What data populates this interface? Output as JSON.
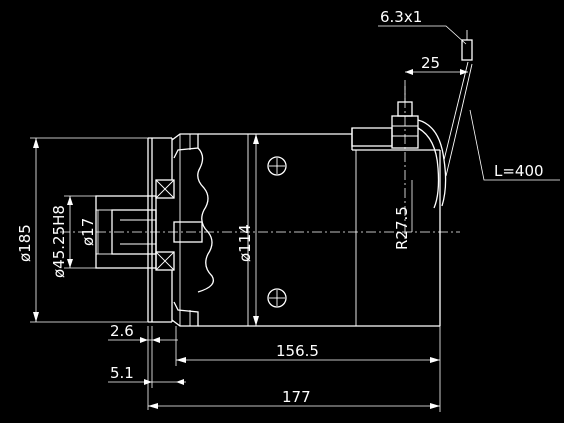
{
  "dimensions": {
    "wire_gauge": "6.3x1",
    "terminal_offset": "25",
    "lead_length": "L=400",
    "flange_diameter": "ø185",
    "pilot_diameter": "ø45.25H8",
    "shaft_diameter": "ø17",
    "body_diameter": "ø114",
    "radius": "R27.5",
    "flange_thickness": "2.6",
    "pilot_length": "5.1",
    "body_length": "156.5",
    "overall_length": "177"
  }
}
